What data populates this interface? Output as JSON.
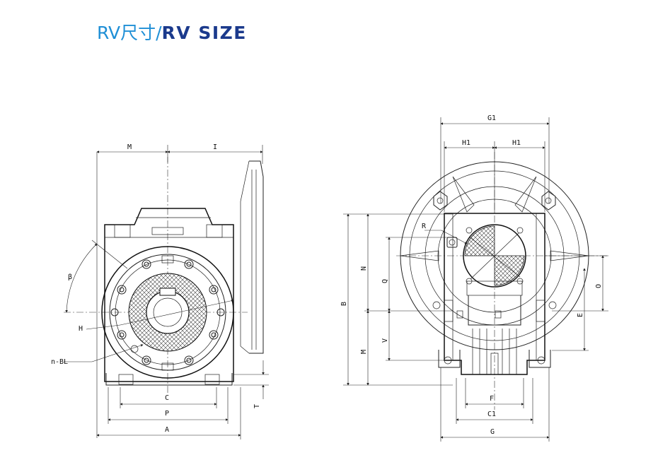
{
  "title": {
    "prefix": "RV尺寸/",
    "main": "RV SIZE"
  },
  "left_view": {
    "labels": {
      "M": "M",
      "I": "I",
      "beta": "β",
      "H": "H",
      "nBL": "n-BL",
      "C": "C",
      "P": "P",
      "A": "A",
      "T": "T"
    }
  },
  "right_view": {
    "labels": {
      "G1": "G1",
      "H1a": "H1",
      "H1b": "H1",
      "R": "R",
      "N": "N",
      "Q": "Q",
      "B": "B",
      "V": "V",
      "M": "M",
      "O": "O",
      "E": "E",
      "F": "F",
      "C1": "C1",
      "G": "G"
    }
  }
}
